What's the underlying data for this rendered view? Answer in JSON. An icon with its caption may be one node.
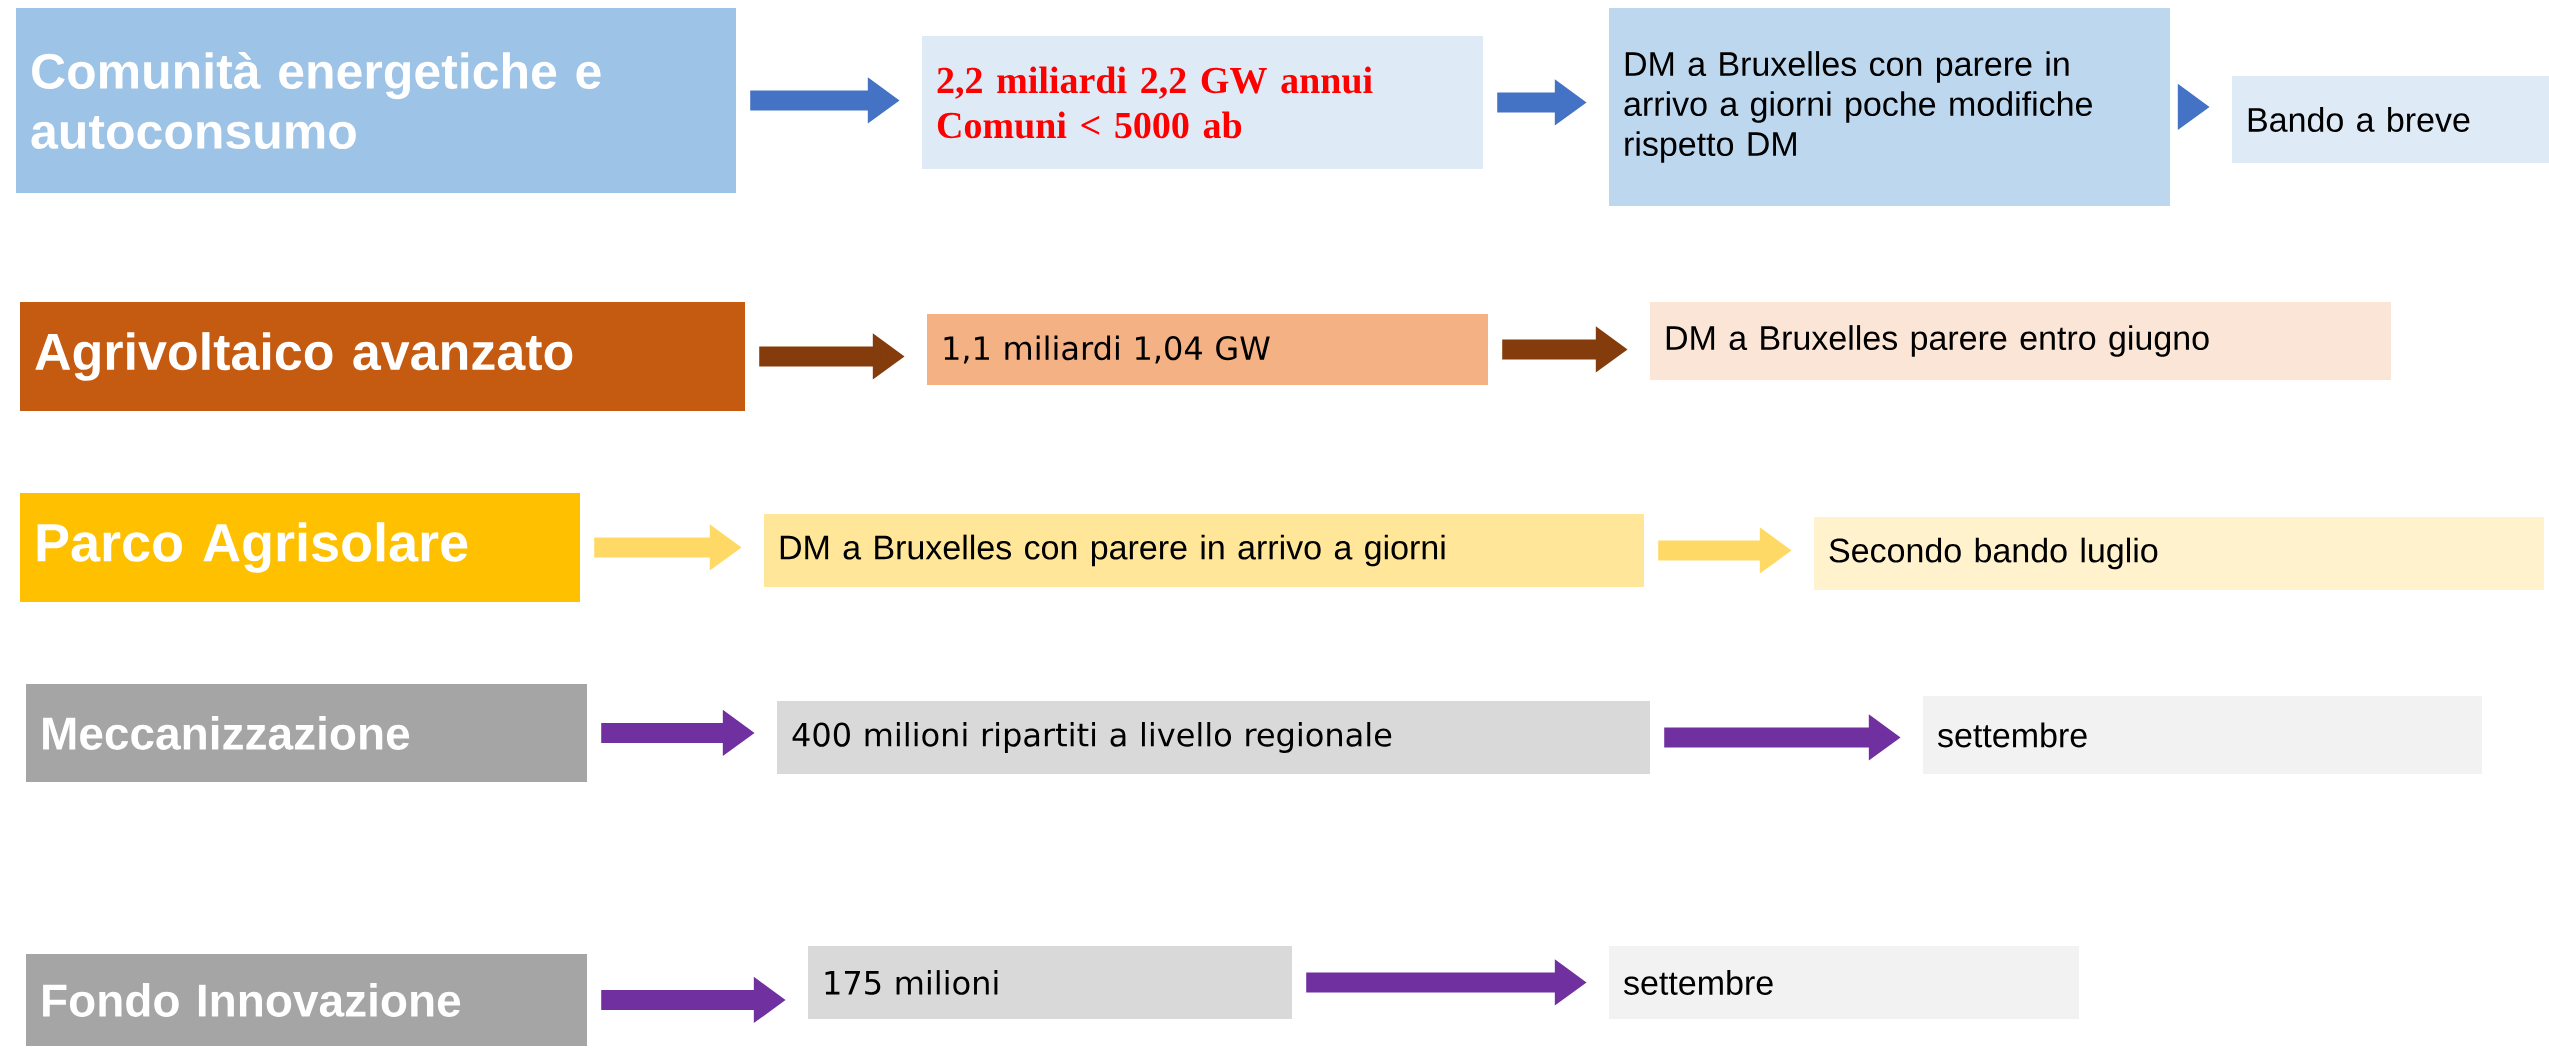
{
  "diagram": {
    "nodes": [
      {
        "text": [
          "Comunità energetiche e autoconsumo"
        ]
      },
      {
        "text": [
          "2,2 miliardi 2,2 GW annui Comuni < 5000 ab"
        ]
      },
      {
        "text": [
          "DM a Bruxelles con parere in arrivo a giorni poche modifiche rispetto DM"
        ]
      },
      {
        "text": [
          "Bando a breve"
        ]
      },
      {
        "text": [
          "Agrivoltaico avanzato"
        ]
      },
      {
        "text": [
          "1,1 miliardi 1,04 GW"
        ]
      },
      {
        "text": [
          "DM a Bruxelles parere entro giugno"
        ]
      },
      {
        "text": [
          "Parco Agrisolare"
        ]
      },
      {
        "text": [
          "DM a Bruxelles con parere in arrivo a giorni"
        ]
      },
      {
        "text": [
          "Secondo bando luglio"
        ]
      },
      {
        "text": [
          "Meccanizzazione"
        ]
      },
      {
        "text": [
          "400 milioni ripartiti a livello regionale"
        ]
      },
      {
        "text": [
          "settembre"
        ]
      },
      {
        "text": [
          "Fondo Innovazione"
        ]
      },
      {
        "text": [
          "175 milioni"
        ]
      },
      {
        "text": [
          "settembre"
        ]
      }
    ],
    "edges": [
      {
        "from": 0,
        "to": 1,
        "arrow": "to",
        "color": "#4472c4"
      },
      {
        "from": 1,
        "to": 2,
        "arrow": "to",
        "color": "#4472c4"
      },
      {
        "from": 2,
        "to": 3,
        "arrow": "to",
        "color": "#4472c4"
      },
      {
        "from": 4,
        "to": 5,
        "arrow": "to",
        "color": "#843c0c"
      },
      {
        "from": 5,
        "to": 6,
        "arrow": "to",
        "color": "#843c0c"
      },
      {
        "from": 7,
        "to": 8,
        "arrow": "to",
        "color": "#ffd966"
      },
      {
        "from": 8,
        "to": 9,
        "arrow": "to",
        "color": "#ffd966"
      },
      {
        "from": 10,
        "to": 11,
        "arrow": "to"
      },
      {
        "from": 11,
        "to": 12,
        "arrow": "to"
      },
      {
        "from": 13,
        "to": 14,
        "arrow": "to"
      },
      {
        "from": 14,
        "to": 15,
        "arrow": "to"
      }
    ]
  }
}
